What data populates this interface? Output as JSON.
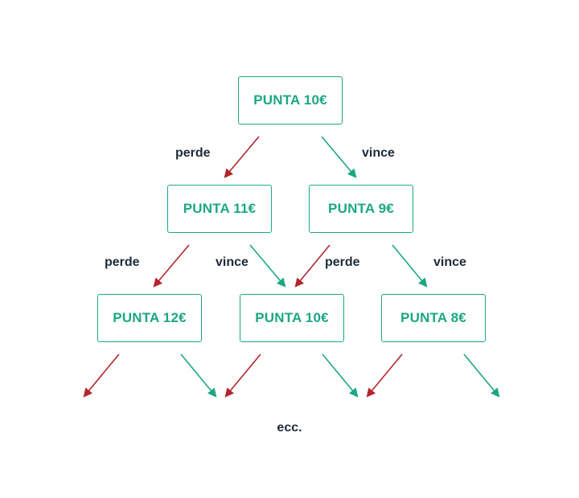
{
  "nodes": {
    "root": "PUNTA 10€",
    "level2_left": "PUNTA 11€",
    "level2_right": "PUNTA 9€",
    "level3_left": "PUNTA 12€",
    "level3_middle": "PUNTA 10€",
    "level3_right": "PUNTA 8€"
  },
  "labels": {
    "lose": "perde",
    "win": "vince"
  },
  "footer": "ecc.",
  "colors": {
    "node": "#1ba784",
    "lose_arrow": "#b3262b",
    "win_arrow": "#1ba784",
    "label_text": "#1e2a3a"
  }
}
